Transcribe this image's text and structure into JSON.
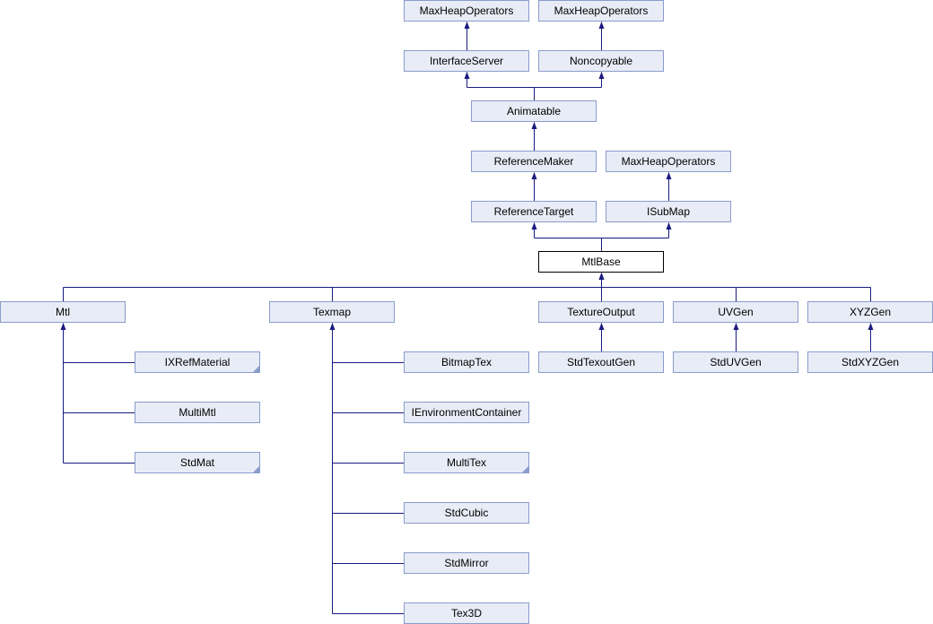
{
  "diagram": {
    "title": "MtlBase inheritance diagram",
    "colors": {
      "node_fill": "#e8ecf6",
      "node_border": "#8a9ccc",
      "current_fill": "#ffffff",
      "current_border": "#000000",
      "edge": "#1a1a80"
    },
    "nodes": [
      {
        "id": "mho1",
        "label": "MaxHeapOperators",
        "col": 450,
        "row": 0
      },
      {
        "id": "mho2",
        "label": "MaxHeapOperators",
        "col": 600,
        "row": 0
      },
      {
        "id": "iserver",
        "label": "InterfaceServer",
        "col": 450,
        "row": 1
      },
      {
        "id": "noncopy",
        "label": "Noncopyable",
        "col": 600,
        "row": 1
      },
      {
        "id": "anim",
        "label": "Animatable",
        "col": 525,
        "row": 2
      },
      {
        "id": "refmaker",
        "label": "ReferenceMaker",
        "col": 525,
        "row": 3
      },
      {
        "id": "mho3",
        "label": "MaxHeapOperators",
        "col": 675,
        "row": 3
      },
      {
        "id": "reftarget",
        "label": "ReferenceTarget",
        "col": 525,
        "row": 4
      },
      {
        "id": "isubmap",
        "label": "ISubMap",
        "col": 675,
        "row": 4
      },
      {
        "id": "mtlbase",
        "label": "MtlBase",
        "col": 600,
        "row": 5,
        "current": true
      },
      {
        "id": "mtl",
        "label": "Mtl",
        "col": 0,
        "row": 6
      },
      {
        "id": "texmap",
        "label": "Texmap",
        "col": 300,
        "row": 6
      },
      {
        "id": "texout",
        "label": "TextureOutput",
        "col": 600,
        "row": 6
      },
      {
        "id": "uvgen",
        "label": "UVGen",
        "col": 750,
        "row": 6
      },
      {
        "id": "xyzgen",
        "label": "XYZGen",
        "col": 900,
        "row": 6
      },
      {
        "id": "ixref",
        "label": "IXRefMaterial",
        "col": 150,
        "row": 7,
        "folded": true
      },
      {
        "id": "multimtl",
        "label": "MultiMtl",
        "col": 150,
        "row": 8
      },
      {
        "id": "stdmat",
        "label": "StdMat",
        "col": 150,
        "row": 9,
        "folded": true
      },
      {
        "id": "bitmaptex",
        "label": "BitmapTex",
        "col": 450,
        "row": 7
      },
      {
        "id": "ienv",
        "label": "IEnvironmentContainer",
        "col": 450,
        "row": 8
      },
      {
        "id": "multitex",
        "label": "MultiTex",
        "col": 450,
        "row": 9,
        "folded": true
      },
      {
        "id": "stdcubic",
        "label": "StdCubic",
        "col": 450,
        "row": 10
      },
      {
        "id": "stdmirror",
        "label": "StdMirror",
        "col": 450,
        "row": 11
      },
      {
        "id": "tex3d",
        "label": "Tex3D",
        "col": 450,
        "row": 12
      },
      {
        "id": "stdtexout",
        "label": "StdTexoutGen",
        "col": 600,
        "row": 7
      },
      {
        "id": "stduvgen",
        "label": "StdUVGen",
        "col": 750,
        "row": 7
      },
      {
        "id": "stdxyzgen",
        "label": "StdXYZGen",
        "col": 900,
        "row": 7
      }
    ],
    "inherits": [
      {
        "child": "iserver",
        "parents": [
          "mho1"
        ]
      },
      {
        "child": "noncopy",
        "parents": [
          "mho2"
        ]
      },
      {
        "child": "anim",
        "parents": [
          "iserver",
          "noncopy"
        ]
      },
      {
        "child": "refmaker",
        "parents": [
          "anim"
        ]
      },
      {
        "child": "reftarget",
        "parents": [
          "refmaker"
        ]
      },
      {
        "child": "isubmap",
        "parents": [
          "mho3"
        ]
      },
      {
        "child": "mtlbase",
        "parents": [
          "reftarget",
          "isubmap"
        ]
      },
      {
        "child": "texout",
        "parents": [
          "mtlbase"
        ]
      },
      {
        "child": "stdtexout",
        "parents": [
          "texout"
        ]
      },
      {
        "child": "stduvgen",
        "parents": [
          "uvgen"
        ]
      },
      {
        "child": "stdxyzgen",
        "parents": [
          "xyzgen"
        ]
      }
    ],
    "bus_children": {
      "parent": "mtlbase",
      "children": [
        "mtl",
        "texmap",
        "texout",
        "uvgen",
        "xyzgen"
      ]
    },
    "side_trees": [
      {
        "parent": "mtl",
        "children": [
          "ixref",
          "multimtl",
          "stdmat"
        ]
      },
      {
        "parent": "texmap",
        "children": [
          "bitmaptex",
          "ienv",
          "multitex",
          "stdcubic",
          "stdmirror",
          "tex3d"
        ]
      }
    ]
  }
}
